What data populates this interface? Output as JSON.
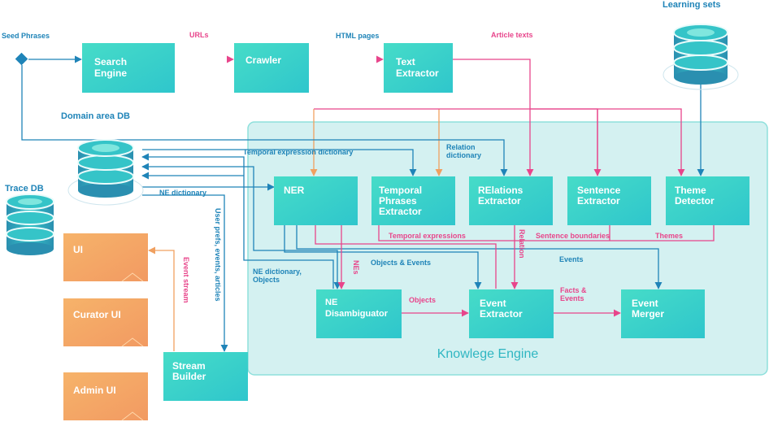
{
  "diagram": {
    "seed_phrases": "Seed Phrases",
    "learning_sets": "Learning sets",
    "domain_area_db": "Domain area DB",
    "trace_db": "Trace DB",
    "engine_title": "Knowlege Engine",
    "boxes": {
      "search_engine": [
        "Search",
        "Engine"
      ],
      "crawler": [
        "Crawler"
      ],
      "text_extractor": [
        "Text",
        "Extractor"
      ],
      "ner": [
        "NER"
      ],
      "temporal_phrases_extractor": [
        "Temporal",
        "Phrases",
        "Extractor"
      ],
      "relations_extractor": [
        "RElations",
        "Extractor"
      ],
      "sentence_extractor": [
        "Sentence",
        "Extractor"
      ],
      "theme_detector": [
        "Theme",
        "Detector"
      ],
      "ne_disambiguator": [
        "NE",
        "Disambiguator"
      ],
      "event_extractor": [
        "Event",
        "Extractor"
      ],
      "event_merger": [
        "Event",
        "Merger"
      ],
      "ui": [
        "UI"
      ],
      "curator_ui": [
        "Curator UI"
      ],
      "admin_ui": [
        "Admin UI"
      ],
      "stream_builder": [
        "Stream",
        "Builder"
      ]
    },
    "edge_labels": {
      "urls": "URLs",
      "html_pages": "HTML pages",
      "article_texts": "Article texts",
      "temporal_expression_dictionary": "Temporal expression dictionary",
      "relation_dictionary": [
        "Relation",
        "dictionary"
      ],
      "ne_dictionary": "NE dictionary",
      "user_prefs": "User prefs, events, articles",
      "event_stream": "Event stream",
      "ne_dictionary_objects": [
        "NE dictionary,",
        "Objects"
      ],
      "nes": "NEs",
      "objects_events": "Objects & Events",
      "objects": "Objects",
      "facts_events": [
        "Facts &",
        "Events"
      ],
      "events": "Events",
      "temporal_expressions": "Temporal expressions",
      "relation": "Relation",
      "sentence_boundaries": "Sentence boundaries",
      "themes": "Themes"
    },
    "colors": {
      "teal_box": "#3ed4c4",
      "orange_box": "#f4a866",
      "engine_bg": "#d4f1f1",
      "blue_line": "#1f84b8",
      "pink_line": "#e8458b",
      "orange_line": "#f0a060"
    }
  }
}
